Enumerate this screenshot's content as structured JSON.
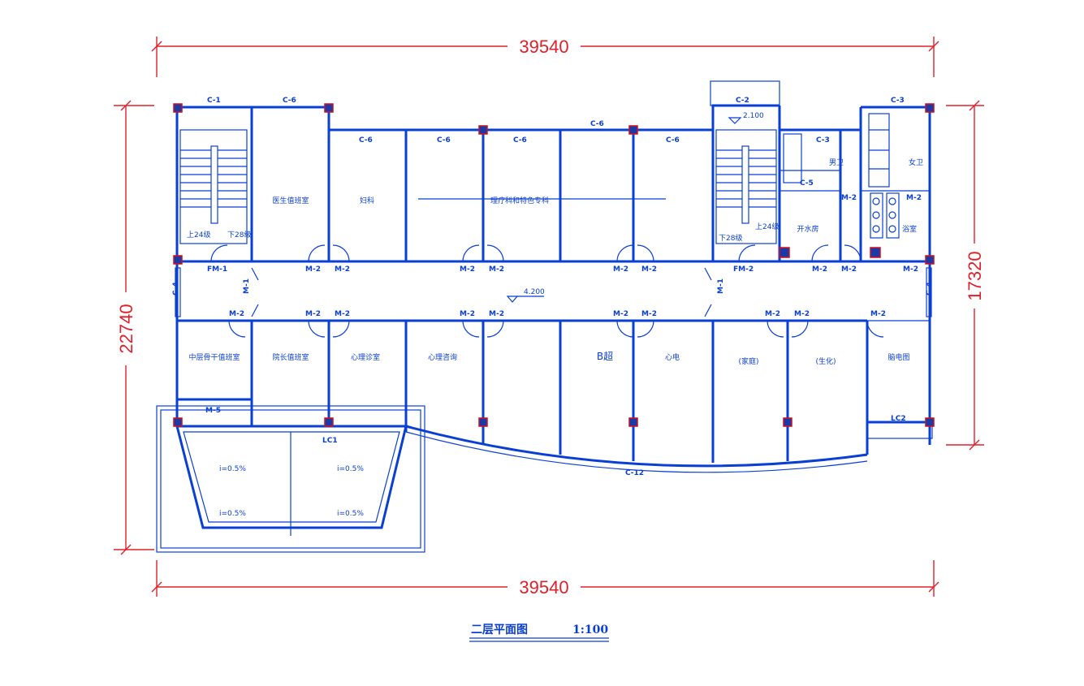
{
  "dimensions": {
    "top_width": "39540",
    "bottom_width": "39540",
    "left_height": "22740",
    "right_height": "17320"
  },
  "rooms": {
    "r1": "医生值班室",
    "r2": "妇科",
    "r3": "理疗科和特色专科",
    "r4": "开水房",
    "r5": "男卫",
    "r6": "女卫",
    "r7": "浴室",
    "r8": "中层骨干值班室",
    "r9": "院长值班室",
    "r10": "心理诊室",
    "r11": "心理咨询",
    "r12": "B超",
    "r13": "心电",
    "r14": "(家庭)",
    "r15": "(生化)",
    "r16": "脑电图"
  },
  "elevations": {
    "corridor": "4.200",
    "stair_landing": "2.100"
  },
  "stairs": {
    "left_up": "上24级",
    "left_down": "下28级",
    "right_down": "下28级",
    "right_up": "上24级"
  },
  "slopes": {
    "s1": "i=0.5%",
    "s2": "i=0.5%",
    "s3": "i=0.5%",
    "s4": "i=0.5%"
  },
  "window_labels": {
    "c1": "C-1",
    "c6": "C-6",
    "c2": "C-2",
    "c3": "C-3",
    "c5": "C-5",
    "c4": "C-4",
    "c12": "C-12",
    "lc1": "LC1",
    "lc2": "LC2"
  },
  "door_labels": {
    "m2": "M-2",
    "m5": "M-5",
    "fm1": "FM-1",
    "fm2": "FM-2",
    "m1": "M-1"
  },
  "title": {
    "name": "二层平面图",
    "scale": "1:100"
  },
  "colors": {
    "line": "#0a3fd4",
    "dimension": "#e0202a",
    "column": "#1a3aa8"
  }
}
